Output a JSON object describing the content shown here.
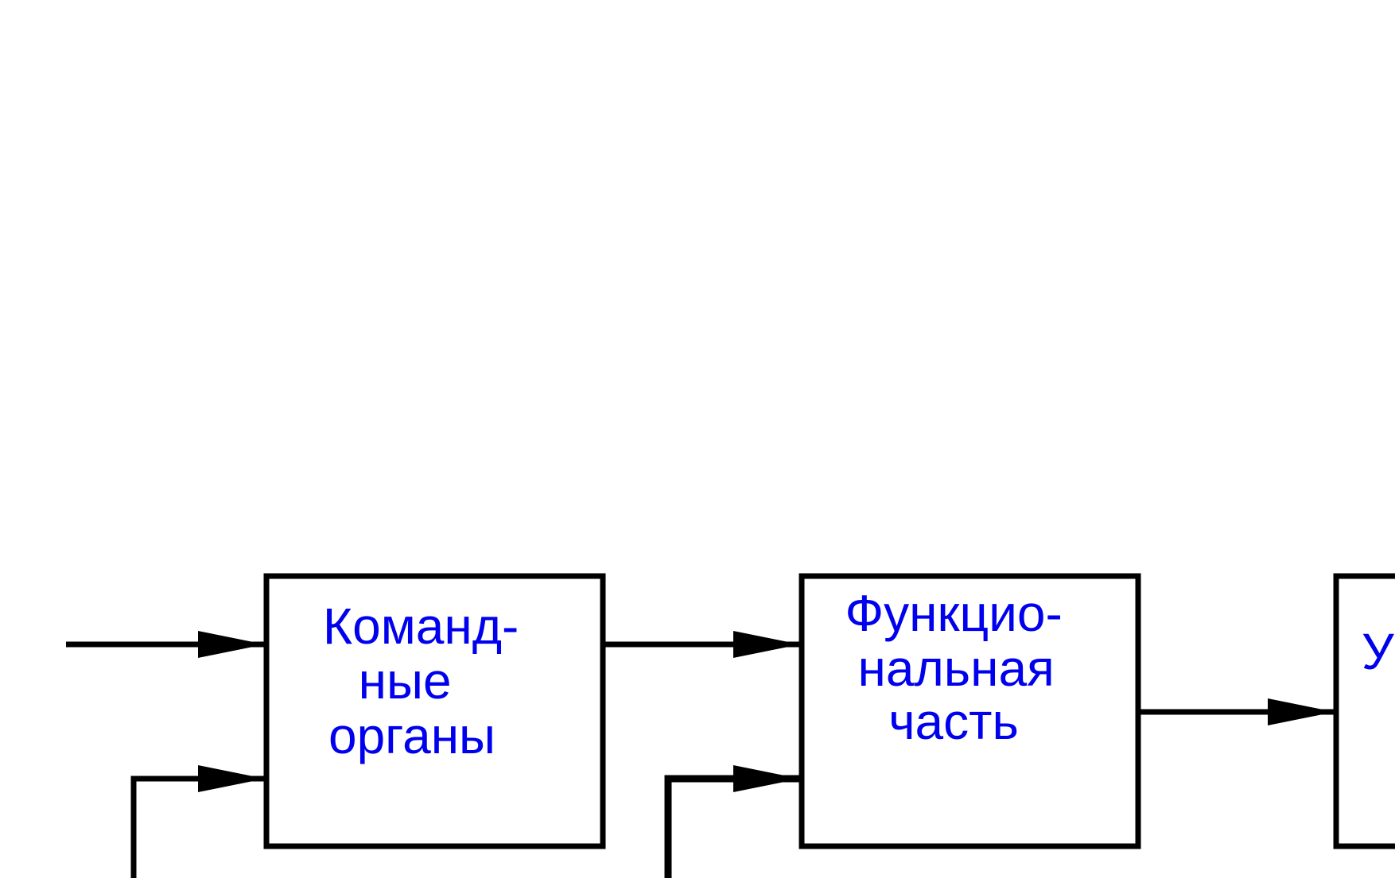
{
  "diagram": {
    "colors": {
      "lines": "#000000",
      "text": "#0000ee",
      "background": "#ffffff"
    },
    "blocks": [
      {
        "id": "command-organs",
        "lines": [
          "Команд-",
          "ные",
          "органы"
        ]
      },
      {
        "id": "functional-part",
        "lines": [
          "Функцио-",
          "нальная",
          "часть"
        ]
      },
      {
        "id": "third-block-partial",
        "lines": [
          "У"
        ]
      }
    ]
  }
}
